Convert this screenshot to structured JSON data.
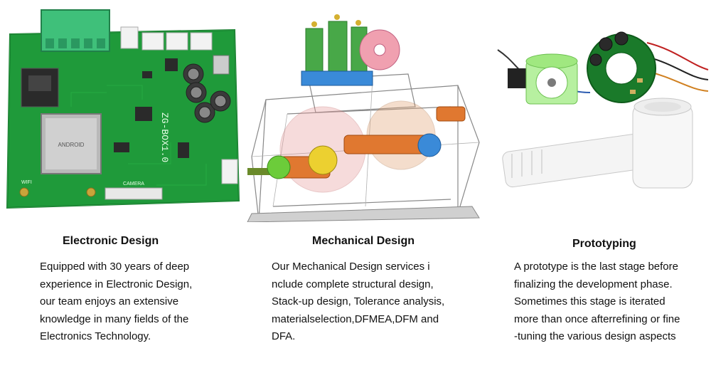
{
  "sections": [
    {
      "title": "Electronic Design",
      "lines": [
        "Equipped with 30 years of deep",
        "experience in Electronic Design,",
        "our team enjoys an extensive",
        "knowledge in many fields of the",
        "Electronics Technology."
      ],
      "board_label": "ZG-BOX1.0",
      "chip_label": "ANDROID",
      "port_label": "CAMERA",
      "antenna_label": "WIFI",
      "image_icon": "pcb-board"
    },
    {
      "title": "Mechanical Design",
      "lines": [
        "Our Mechanical Design services i",
        "nclude complete structural design,",
        "Stack-up design, Tolerance analysis,",
        "materialselection,DFMEA,DFM and",
        "DFA."
      ],
      "image_icon": "gearbox-cad-model"
    },
    {
      "title": "Prototyping",
      "lines": [
        "A prototype is the last stage before",
        "finalizing the development phase.",
        "Sometimes this stage is iterated",
        "more than once afterrefining or fine",
        "-tuning the various design aspects"
      ],
      "image_icon": "motor-and-prototype-parts"
    }
  ],
  "colors": {
    "pcb_green": "#1f9a3a",
    "connector_green": "#3fc07a",
    "cad_orange": "#e07830",
    "text": "#111111"
  }
}
